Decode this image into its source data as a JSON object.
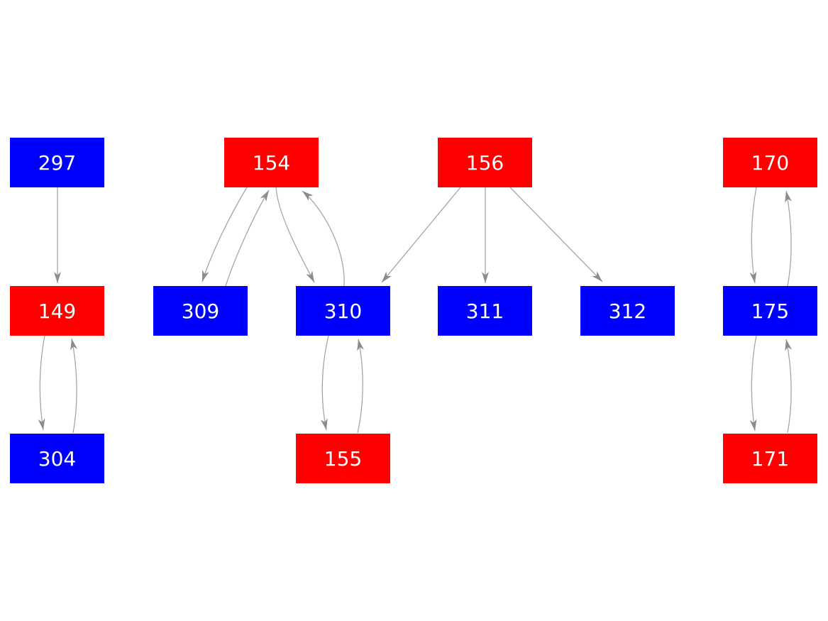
{
  "diagram": {
    "type": "directed-graph",
    "background": "#ffffff",
    "node_text_color": "#ffffff",
    "node_colors": {
      "red": "#ff0000",
      "blue": "#0000ff"
    },
    "edge_style": {
      "stroke": "#a6a6a6",
      "arrow_fill": "#8c8c8c"
    },
    "nodes": [
      {
        "id": "297",
        "label": "297",
        "color": "blue",
        "fill": "#0000ff"
      },
      {
        "id": "149",
        "label": "149",
        "color": "red",
        "fill": "#ff0000"
      },
      {
        "id": "304",
        "label": "304",
        "color": "blue",
        "fill": "#0000ff"
      },
      {
        "id": "154",
        "label": "154",
        "color": "red",
        "fill": "#ff0000"
      },
      {
        "id": "309",
        "label": "309",
        "color": "blue",
        "fill": "#0000ff"
      },
      {
        "id": "310",
        "label": "310",
        "color": "blue",
        "fill": "#0000ff"
      },
      {
        "id": "155",
        "label": "155",
        "color": "red",
        "fill": "#ff0000"
      },
      {
        "id": "156",
        "label": "156",
        "color": "red",
        "fill": "#ff0000"
      },
      {
        "id": "311",
        "label": "311",
        "color": "blue",
        "fill": "#0000ff"
      },
      {
        "id": "312",
        "label": "312",
        "color": "blue",
        "fill": "#0000ff"
      },
      {
        "id": "170",
        "label": "170",
        "color": "red",
        "fill": "#ff0000"
      },
      {
        "id": "175",
        "label": "175",
        "color": "blue",
        "fill": "#0000ff"
      },
      {
        "id": "171",
        "label": "171",
        "color": "red",
        "fill": "#ff0000"
      }
    ],
    "edges": [
      {
        "from": "297",
        "to": "149"
      },
      {
        "from": "149",
        "to": "304"
      },
      {
        "from": "304",
        "to": "149"
      },
      {
        "from": "154",
        "to": "309"
      },
      {
        "from": "309",
        "to": "154"
      },
      {
        "from": "154",
        "to": "310"
      },
      {
        "from": "310",
        "to": "154"
      },
      {
        "from": "156",
        "to": "310"
      },
      {
        "from": "156",
        "to": "311"
      },
      {
        "from": "156",
        "to": "312"
      },
      {
        "from": "310",
        "to": "155"
      },
      {
        "from": "155",
        "to": "310"
      },
      {
        "from": "170",
        "to": "175"
      },
      {
        "from": "175",
        "to": "170"
      },
      {
        "from": "175",
        "to": "171"
      },
      {
        "from": "171",
        "to": "175"
      }
    ]
  }
}
